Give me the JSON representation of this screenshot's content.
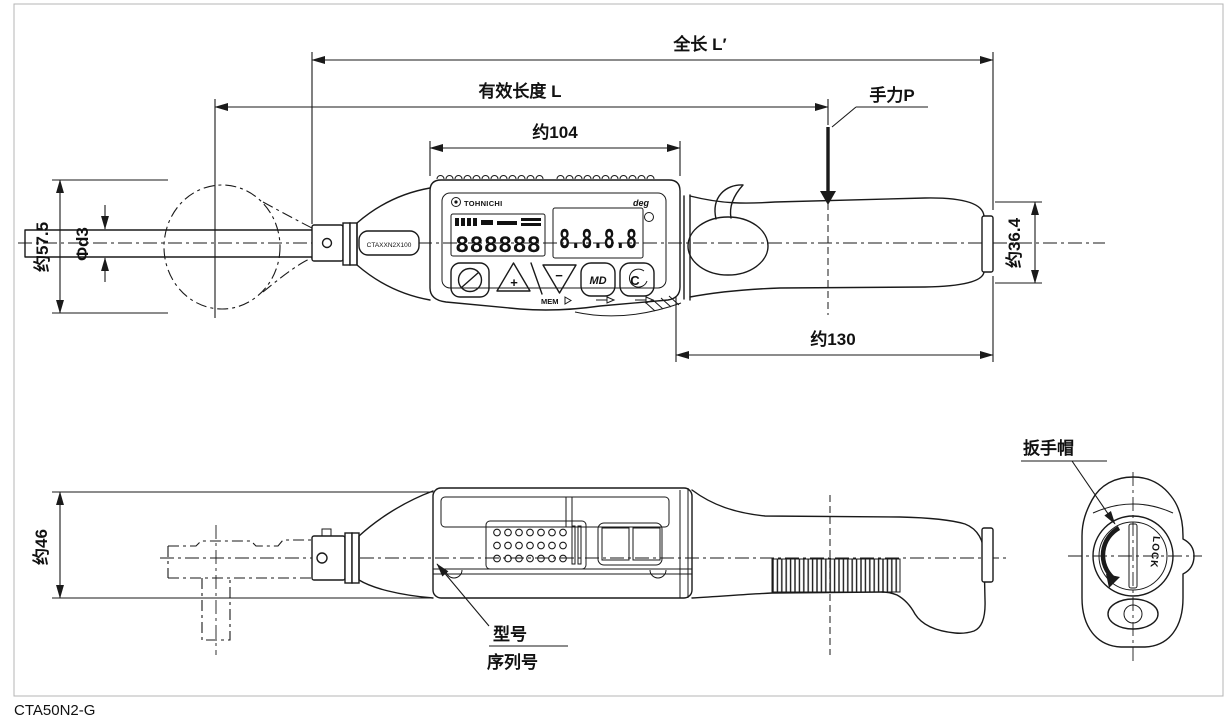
{
  "title": {
    "part_number": "CTA50N2-G"
  },
  "dimensions": {
    "total_length": "全长 L′",
    "effective_length": "有效长度 L",
    "head_unit_length": "约104",
    "hand_force": "手力P",
    "head_width": "约57.5",
    "rod_diameter": "Φd3",
    "grip_end_diameter": "约36.4",
    "grip_length": "约130",
    "body_height": "约46"
  },
  "callouts": {
    "wrench_cap": "扳手帽",
    "model_label": "型号",
    "serial_label": "序列号",
    "head_marking": "CTAXXN2X100"
  },
  "display_unit": {
    "brand": "TOHNICHI",
    "unit_indicator": "deg",
    "lcd_main": "8.8.8.8",
    "lcd_sub": "888888",
    "mem_label": "MEM",
    "buttons": {
      "md": "MD",
      "clear": "C",
      "plus": "+",
      "minus": "−"
    }
  },
  "end_view": {
    "lock_label": "LOCK"
  }
}
